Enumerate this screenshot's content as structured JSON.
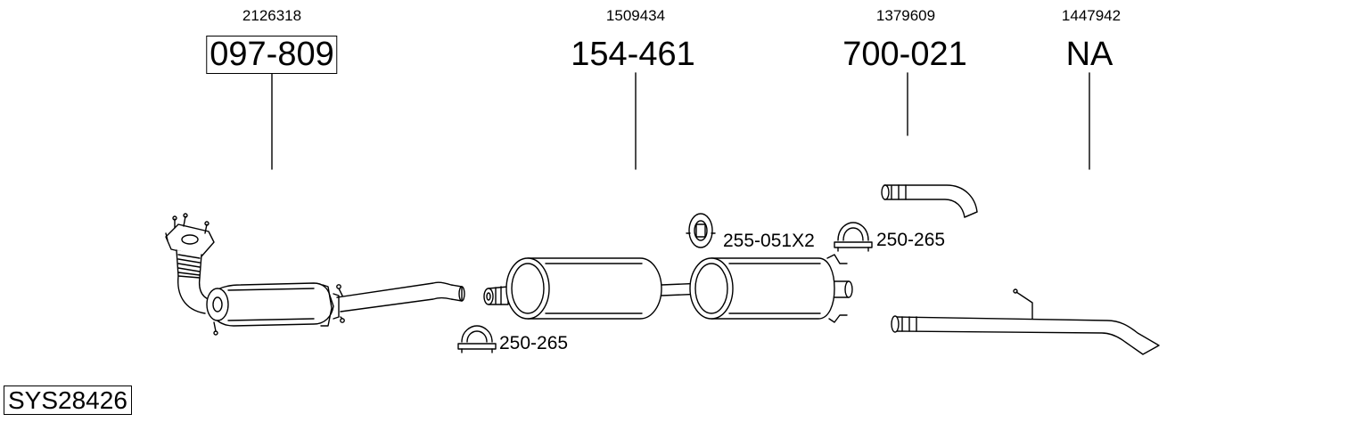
{
  "columns": [
    {
      "oem_number": "2126318",
      "part_number": "097-809",
      "boxed": true
    },
    {
      "oem_number": "1509434",
      "part_number": "154-461",
      "boxed": false
    },
    {
      "oem_number": "1379609",
      "part_number": "700-021",
      "boxed": false
    },
    {
      "oem_number": "1447942",
      "part_number": "NA",
      "boxed": false
    }
  ],
  "accessories": [
    {
      "label": "250-265",
      "icon": "clamp-icon"
    },
    {
      "label": "255-051X2",
      "icon": "rubber-hanger-icon"
    },
    {
      "label": "250-265",
      "icon": "clamp-icon"
    }
  ],
  "system_code": "SYS28426"
}
